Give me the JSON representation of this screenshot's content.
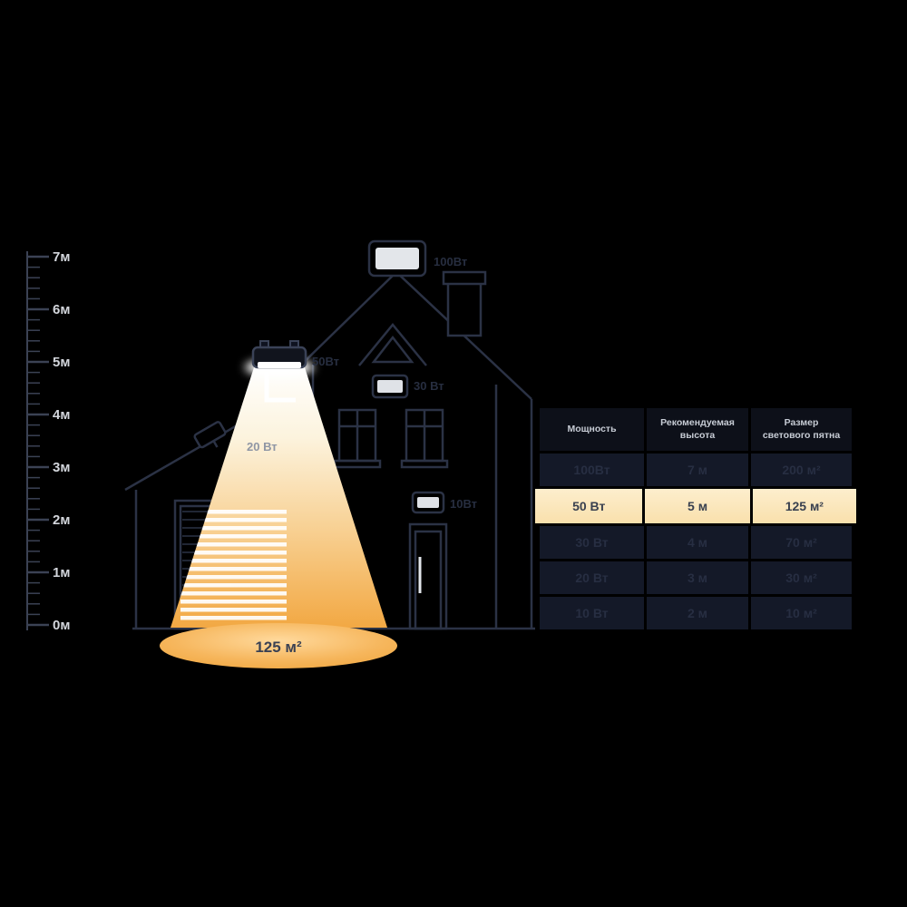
{
  "colors": {
    "background": "#000000",
    "outline": "#2b3245",
    "beam_orange": "#f2a843",
    "highlight_row_bg": "#fbe8c3",
    "table_row_bg": "#141928",
    "table_header_bg": "#0d1019"
  },
  "ruler": {
    "labels": [
      "7м",
      "6м",
      "5м",
      "4м",
      "3м",
      "2м",
      "1м",
      "0м"
    ]
  },
  "floodlights": {
    "roof": {
      "label": "100Вт"
    },
    "beam": {
      "label": "50Вт"
    },
    "wall": {
      "label": "30 Вт"
    },
    "garage": {
      "label": "20 Вт"
    },
    "door": {
      "label": "10Вт"
    }
  },
  "beam": {
    "area_label": "125 м²"
  },
  "table": {
    "headers": [
      "Мощность",
      "Рекомендуемая высота",
      "Размер светового пятна"
    ],
    "rows": [
      {
        "power": "100Вт",
        "height": "7 м",
        "area": "200 м²"
      },
      {
        "power": "50 Вт",
        "height": "5 м",
        "area": "125 м²"
      },
      {
        "power": "30 Вт",
        "height": "4 м",
        "area": "70 м²"
      },
      {
        "power": "20 Вт",
        "height": "3 м",
        "area": "30 м²"
      },
      {
        "power": "10 Вт",
        "height": "2 м",
        "area": "10 м²"
      }
    ]
  }
}
